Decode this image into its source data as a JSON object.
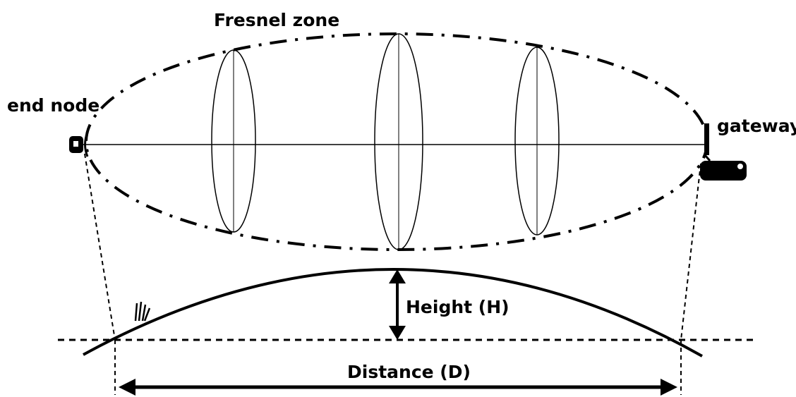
{
  "labels": {
    "fresnel_zone": "Fresnel zone",
    "end_node": "end node",
    "gateway": "gateway",
    "height": "Height (H)",
    "distance": "Distance (D)"
  },
  "colors": {
    "ink": "#000000",
    "background": "#ffffff"
  },
  "icons": {
    "end_node": "antenna-device-icon",
    "gateway": "antenna-gateway-icon",
    "ground_marker": "grass-tuft-icon"
  }
}
